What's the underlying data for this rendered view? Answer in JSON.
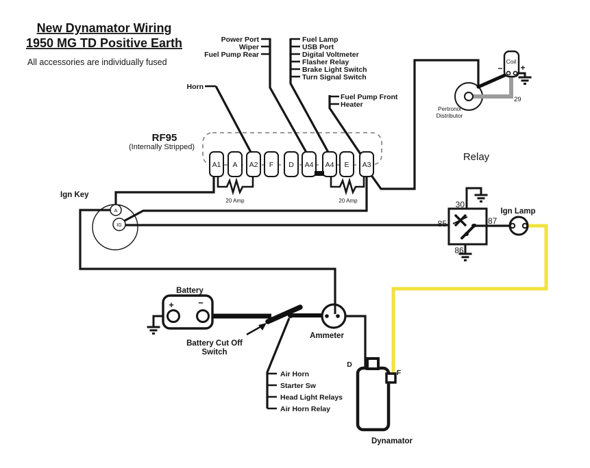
{
  "title": {
    "line1": "New Dynamator Wiring",
    "line2": "1950 MG TD Positive Earth",
    "subtitle": "All accessories are individually fused"
  },
  "fusebox": {
    "name": "RF95",
    "note": "(Internally Stripped)",
    "terminals": [
      "A1",
      "A",
      "A2",
      "F",
      "D",
      "A4",
      "A4",
      "E",
      "A3"
    ],
    "fuse_left": "20 Amp",
    "fuse_right": "20 Amp"
  },
  "feeds": {
    "horn": "Horn",
    "group_a4_first": [
      "Power Port",
      "Wiper",
      "Fuel Pump Rear"
    ],
    "group_a4_second": [
      "Fuel Lamp",
      "USB Port",
      "Digital Voltmeter",
      "Flasher Relay",
      "Brake Light Switch",
      "Turn Signal Switch"
    ],
    "group_a3": [
      "Fuel Pump Front",
      "Heater"
    ],
    "battery_group": [
      "Air Horn",
      "Starter Sw",
      "Head Light Relays",
      "Air Horn Relay"
    ]
  },
  "ignition_key": {
    "label": "Ign Key",
    "a": "A",
    "ig": "IG"
  },
  "relay": {
    "label": "Relay",
    "pin30": "30",
    "pin85": "85",
    "pin86": "86",
    "pin87": "87"
  },
  "ign_lamp": {
    "label": "Ign Lamp"
  },
  "coil": {
    "label": "Coil",
    "minus": "−",
    "plus": "+"
  },
  "distributor": {
    "line1": "Pertronix",
    "line2": "Distributor",
    "wire_number": "29"
  },
  "battery": {
    "label": "Battery",
    "plus": "+",
    "minus": "−"
  },
  "cutoff": {
    "line1": "Battery Cut Off",
    "line2": "Switch"
  },
  "ammeter": {
    "label": "Ammeter"
  },
  "dynamator": {
    "label": "Dynamator",
    "d": "D",
    "f": "F"
  },
  "colors": {
    "yellow_wire": "#f2e23c",
    "gray_wire": "#9c9c9c",
    "fusebox_stroke": "#8b8b8b"
  }
}
